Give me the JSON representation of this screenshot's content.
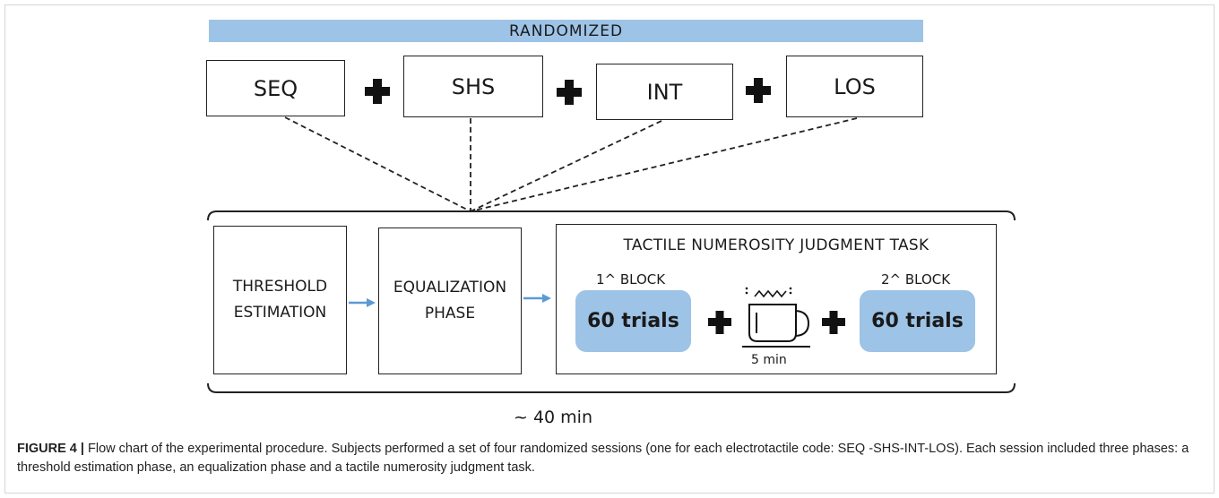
{
  "randomized_label": "RANDOMIZED",
  "sessions": [
    "SEQ",
    "SHS",
    "INT",
    "LOS"
  ],
  "phases": {
    "threshold": [
      "THRESHOLD",
      "ESTIMATION"
    ],
    "equalization": [
      "EQUALIZATION",
      "PHASE"
    ]
  },
  "task": {
    "title": "TACTILE NUMEROSITY JUDGMENT TASK",
    "block1_label": "1^ BLOCK",
    "block1_trials": "60 trials",
    "block2_label": "2^ BLOCK",
    "block2_trials": "60 trials",
    "break_label": "5 min"
  },
  "duration_label": "~ 40 min",
  "caption": {
    "figure_label": "FIGURE 4 |",
    "text": " Flow chart of the experimental procedure. Subjects performed a set of four randomized sessions (one for each electrotactile code: SEQ -SHS-INT-LOS). Each session included three phases: a threshold estimation phase, an equalization phase and a tactile numerosity judgment task."
  },
  "colors": {
    "accent_blue": "#9dc3e6",
    "arrow_blue": "#5b9bd5",
    "line": "#222222"
  }
}
